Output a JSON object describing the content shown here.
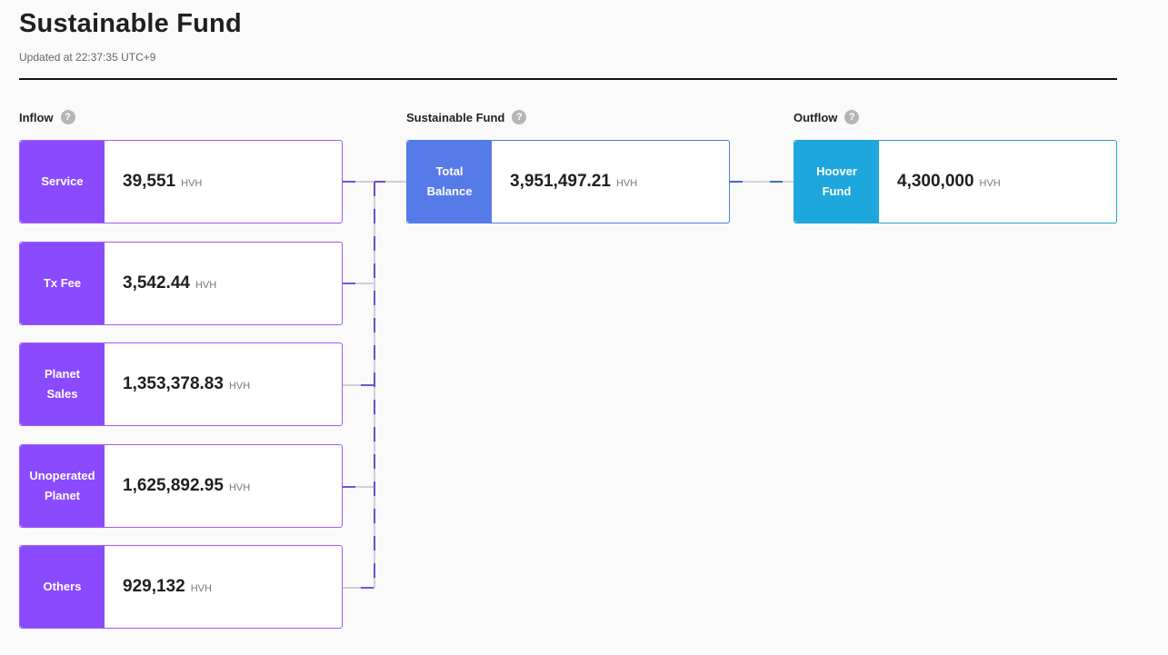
{
  "header": {
    "title": "Sustainable Fund",
    "updated": "Updated at 22:37:35 UTC+9"
  },
  "sections": {
    "inflow": "Inflow",
    "fund": "Sustainable Fund",
    "outflow": "Outflow",
    "help_glyph": "?"
  },
  "inflow": [
    {
      "label": "Service",
      "amount": "39,551",
      "unit": "HVH"
    },
    {
      "label": "Tx Fee",
      "amount": "3,542.44",
      "unit": "HVH"
    },
    {
      "label": "Planet Sales",
      "amount": "1,353,378.83",
      "unit": "HVH"
    },
    {
      "label": "Unoperated Planet",
      "amount": "1,625,892.95",
      "unit": "HVH"
    },
    {
      "label": "Others",
      "amount": "929,132",
      "unit": "HVH"
    }
  ],
  "fund": {
    "label": "Total Balance",
    "amount": "3,951,497.21",
    "unit": "HVH"
  },
  "outflow": {
    "label": "Hoover Fund",
    "amount": "4,300,000",
    "unit": "HVH"
  },
  "colors": {
    "inflow_accent": "#8a4bff",
    "fund_accent": "#577ae9",
    "outflow_accent": "#1ea7dc"
  }
}
